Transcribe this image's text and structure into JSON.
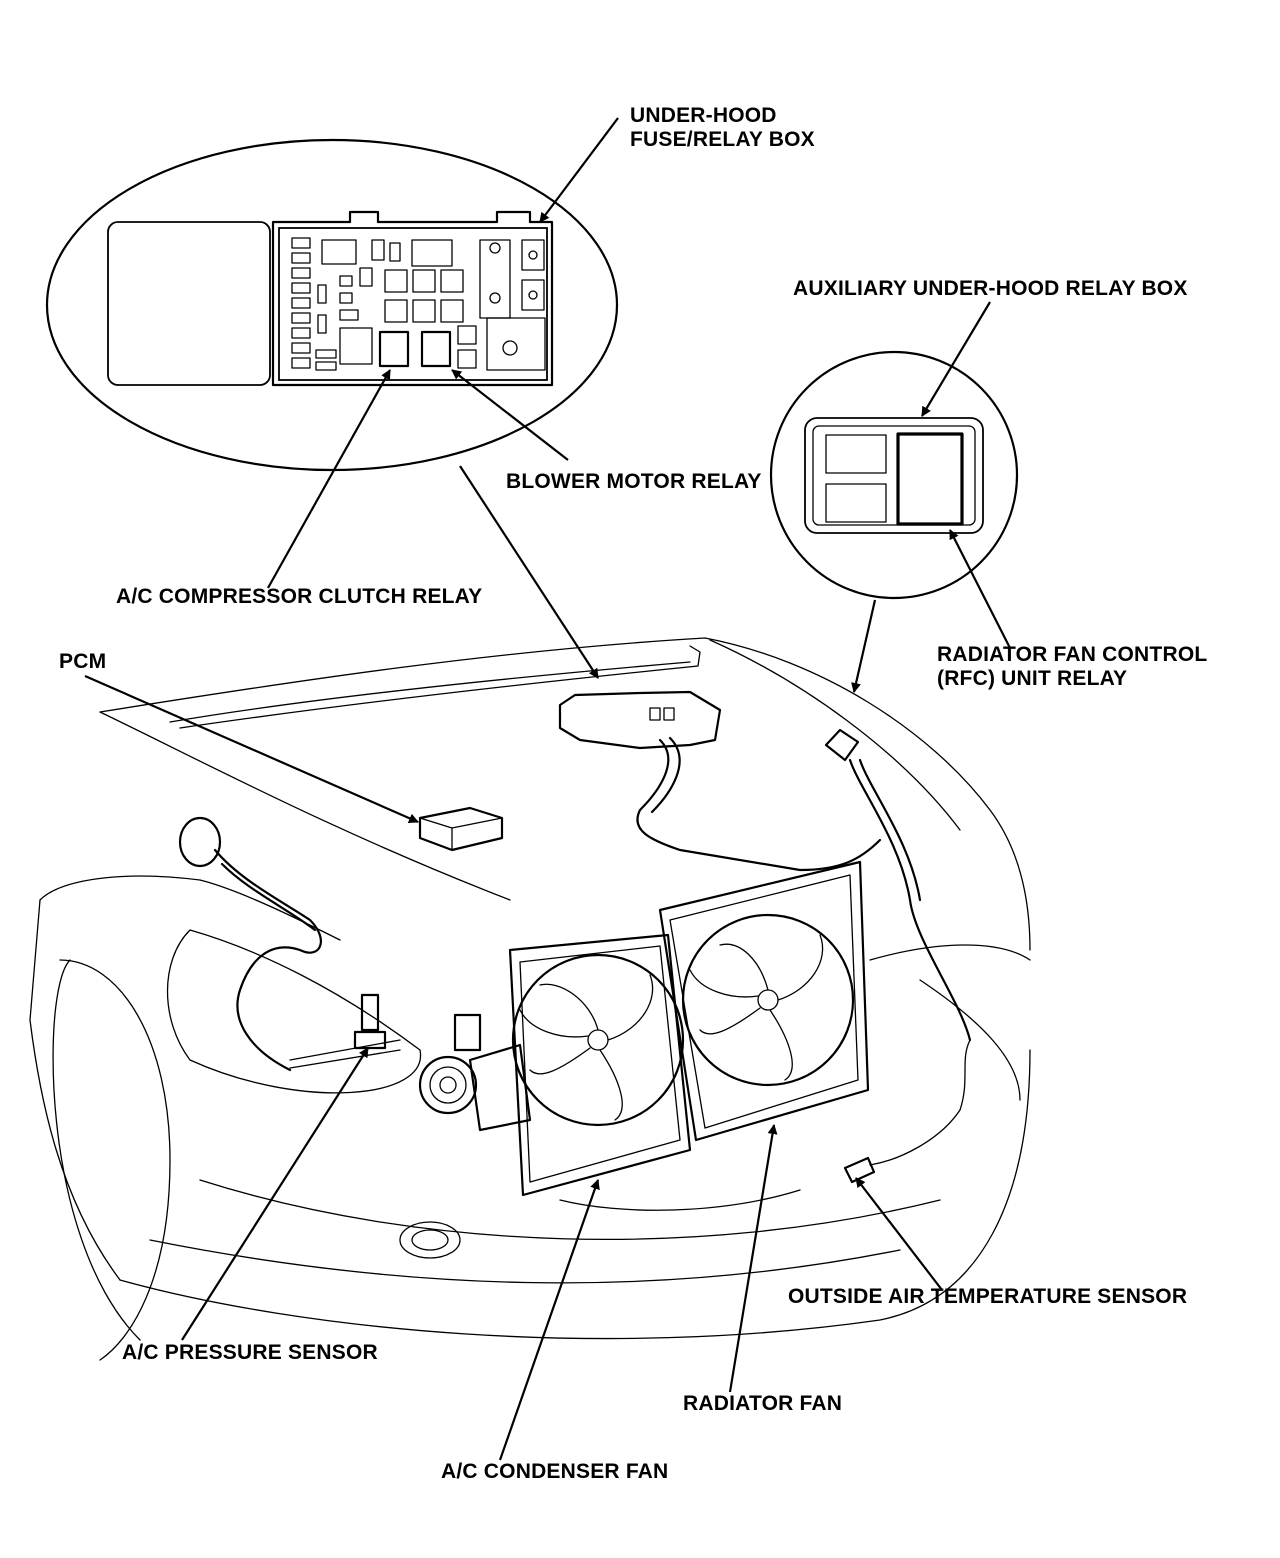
{
  "labels": {
    "under_hood_box_line1": "UNDER-HOOD",
    "under_hood_box_line2": "FUSE/RELAY BOX",
    "aux_box": "AUXILIARY UNDER-HOOD RELAY BOX",
    "blower_relay": "BLOWER MOTOR RELAY",
    "compressor_relay": "A/C COMPRESSOR CLUTCH RELAY",
    "pcm": "PCM",
    "rfc_line1": "RADIATOR FAN CONTROL",
    "rfc_line2": "(RFC) UNIT RELAY",
    "outside_temp": "OUTSIDE AIR TEMPERATURE SENSOR",
    "pressure_sensor": "A/C PRESSURE SENSOR",
    "radiator_fan": "RADIATOR FAN",
    "condenser_fan": "A/C CONDENSER FAN"
  },
  "colors": {
    "ink": "#000000",
    "paper": "#ffffff"
  }
}
